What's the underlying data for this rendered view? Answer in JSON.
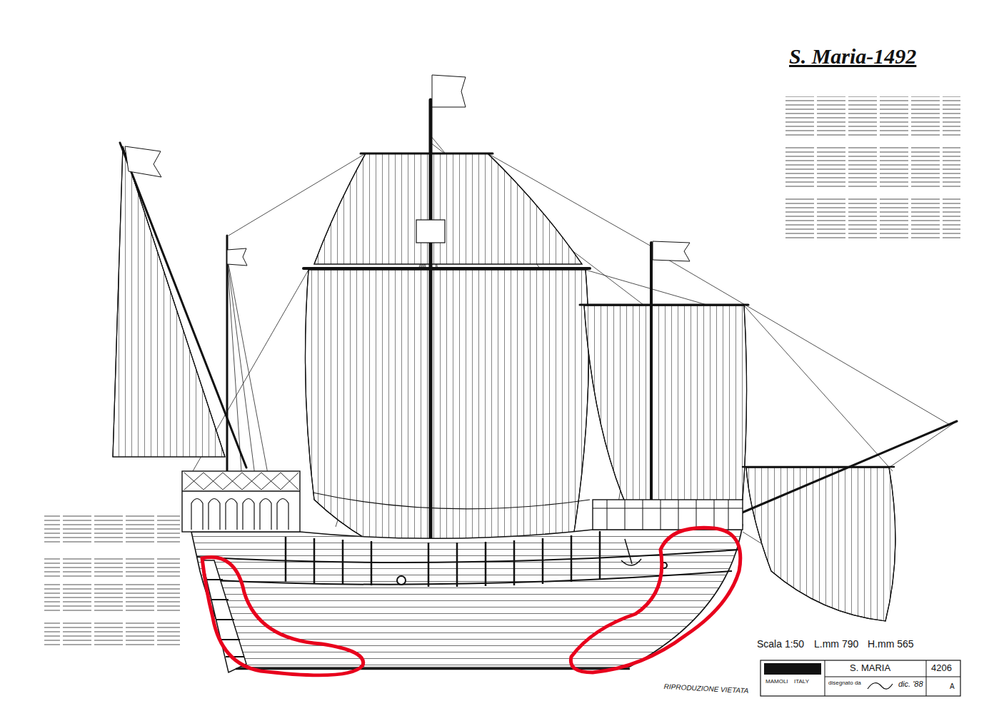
{
  "diagram": {
    "title": "S. Maria-1492",
    "labels": [
      "Scala 1:50",
      "L.mm 790",
      "H.mm 565",
      "S. MARIA",
      "4206",
      "MAMOLI",
      "ITALY",
      "disegnato da",
      "dic. '88",
      "A",
      "RIPRODUZIONE VIETATA"
    ]
  }
}
